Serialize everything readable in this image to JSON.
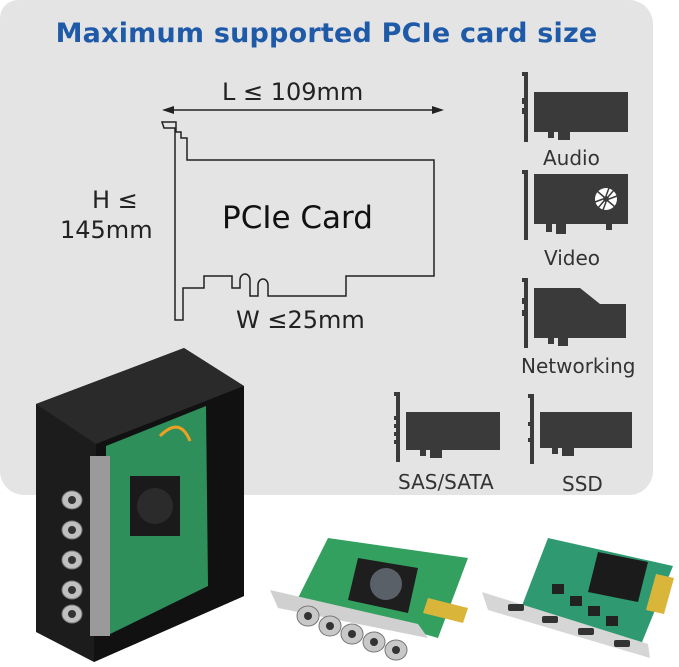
{
  "title": "Maximum supported PCIe card size",
  "colors": {
    "title": "#1f5aa8",
    "panel_background": "#e4e4e4",
    "icon_fill": "#3a3a3a",
    "pcb_green": "#2f9a5a",
    "enclosure_black": "#1a1a1a"
  },
  "diagram": {
    "card_label": "PCIe Card",
    "length_label": "L ≤ 109mm",
    "height_label_line1": "H ≤",
    "height_label_line2": "145mm",
    "width_label": "W ≤25mm"
  },
  "card_types": [
    {
      "label": "Audio",
      "icon": "audio-card-icon"
    },
    {
      "label": "Video",
      "icon": "video-card-icon"
    },
    {
      "label": "Networking",
      "icon": "networking-card-icon"
    },
    {
      "label": "SAS/SATA",
      "icon": "sas-sata-card-icon"
    },
    {
      "label": "SSD",
      "icon": "ssd-card-icon"
    }
  ],
  "photos": [
    {
      "name": "enclosure-with-card-photo",
      "description": "Black enclosure with installed SDI capture card"
    },
    {
      "name": "sdi-capture-card-photo",
      "description": "PCIe card with 5 BNC connectors and fan heatsink"
    },
    {
      "name": "hdmi-capture-card-photo",
      "description": "PCIe card with 4 HDMI ports and heatsink"
    }
  ]
}
